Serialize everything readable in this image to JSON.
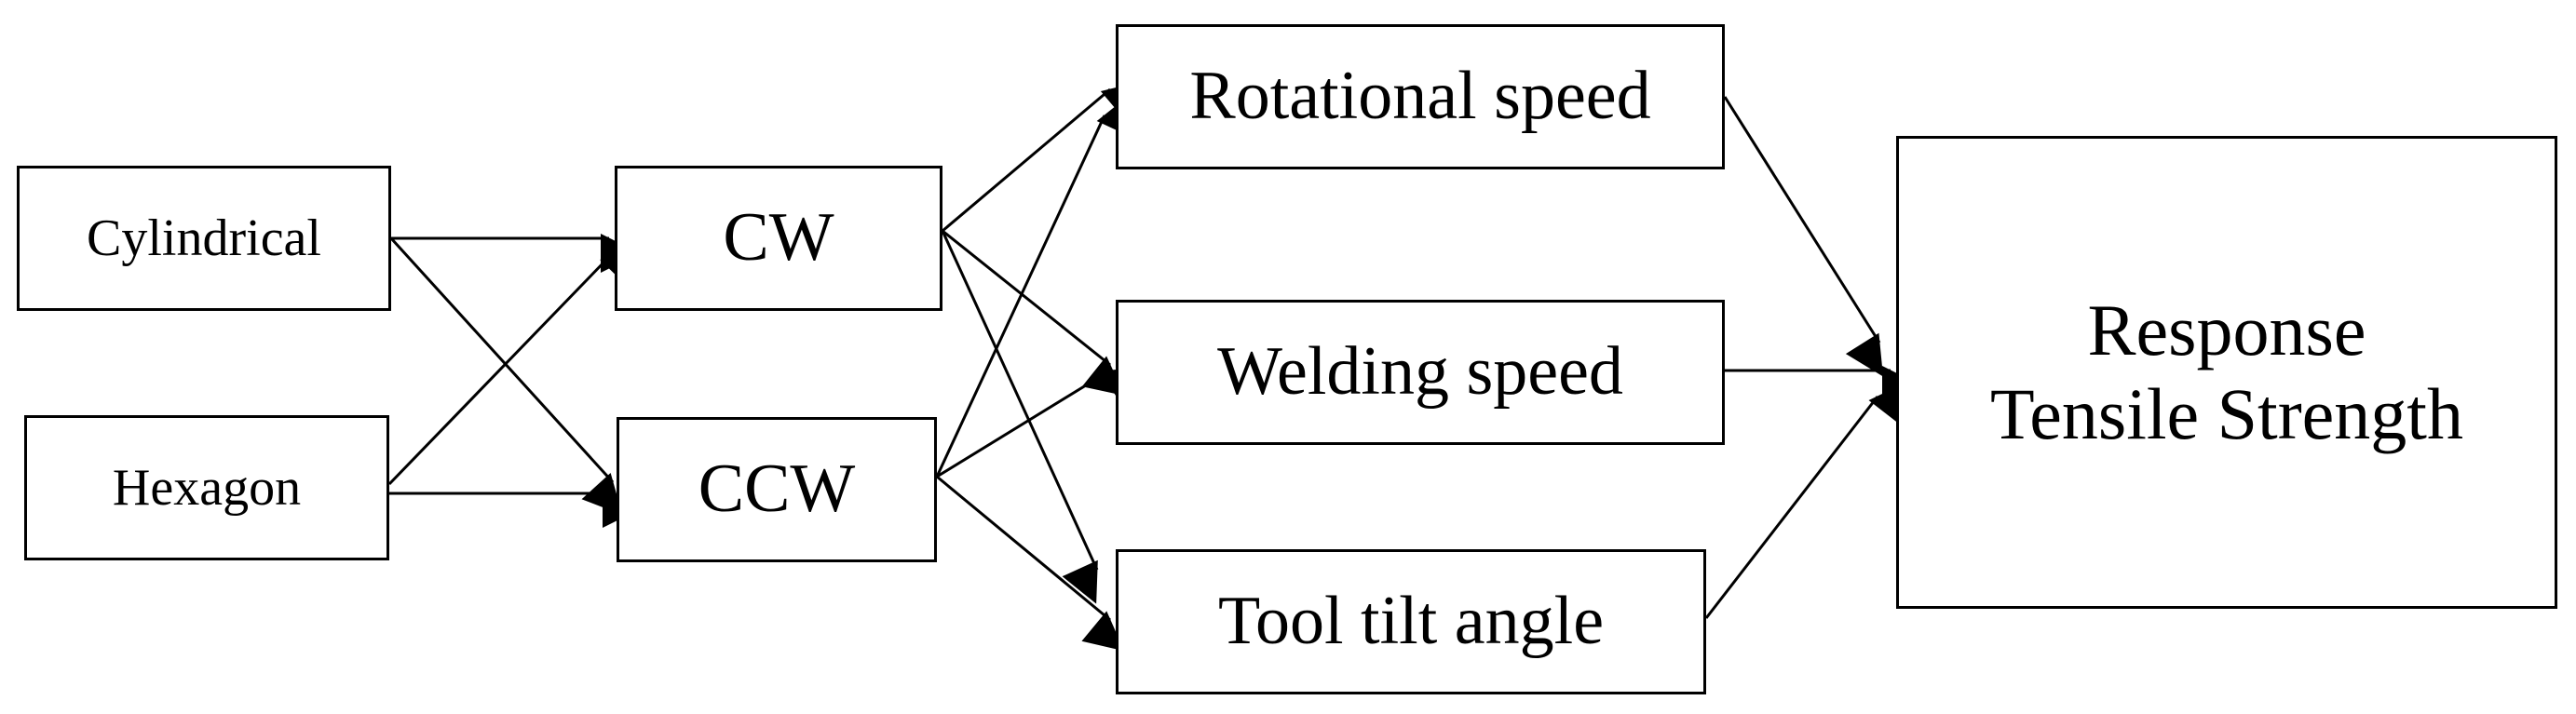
{
  "nodes": {
    "cylindrical": "Cylindrical",
    "hexagon": "Hexagon",
    "cw": "CW",
    "ccw": "CCW",
    "rotational_speed": "Rotational speed",
    "welding_speed": "Welding speed",
    "tool_tilt_angle": "Tool tilt angle",
    "response_line1": "Response",
    "response_line2": "Tensile Strength"
  },
  "colors": {
    "stroke": "#000000",
    "background": "#ffffff"
  }
}
